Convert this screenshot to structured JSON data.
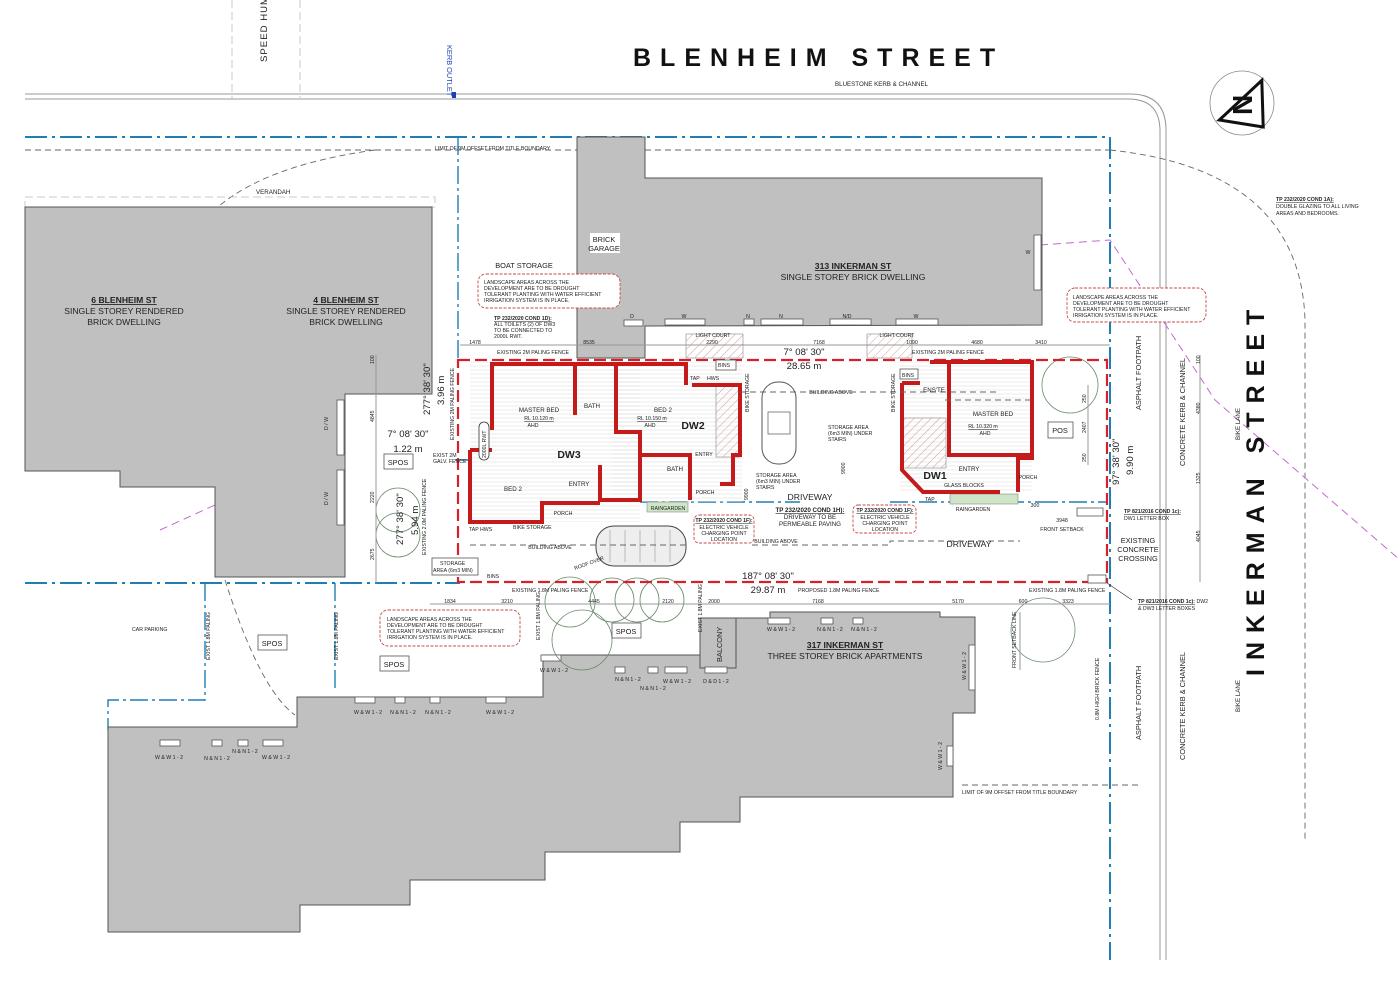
{
  "streets": {
    "blenheim": "BLENHEIM  STREET",
    "inkerman": "INKERMAN  STREET",
    "bluestone_kerb": "BLUESTONE KERB & CHANNEL",
    "speed_hump": "SPEED HUMP",
    "kerb_outlet": "KERB OUTLET",
    "asphalt_footpath": "ASPHALT FOOTPATH",
    "concrete_kerb": "CONCRETE KERB & CHANNEL",
    "bike_lane": "BIKE LANE",
    "existing_crossing": [
      "EXISTING",
      "CONCRETE",
      "CROSSING"
    ],
    "limit_offset": "LIMIT OF 9M OFFSET FROM TITLE BOUNDARY",
    "verandah": "VERANDAH",
    "car_parking": "CAR PARKING",
    "compass_label": "N"
  },
  "neighbours": {
    "n6": {
      "title": "6 BLENHEIM ST",
      "line1": "SINGLE STOREY RENDERED",
      "line2": "BRICK DWELLING"
    },
    "n4": {
      "title": "4 BLENHEIM ST",
      "line1": "SINGLE STOREY RENDERED",
      "line2": "BRICK DWELLING"
    },
    "n313": {
      "title": "313 INKERMAN ST",
      "line1": "SINGLE STOREY BRICK DWELLING",
      "garage": [
        "BRICK",
        "GARAGE"
      ],
      "boat_storage": "BOAT STORAGE"
    },
    "n317": {
      "title": "317 INKERMAN ST",
      "line1": "THREE STOREY BRICK APARTMENTS",
      "balcony": "BALCONY"
    }
  },
  "window_tags": {
    "n313": [
      "D",
      "W",
      "N",
      "N",
      "N/D",
      "W",
      "W"
    ],
    "dw": "D / W",
    "ww": "W & W 1 - 2",
    "nn": "N & N 1 - 2",
    "dd": "D & D 1 - 2"
  },
  "notes": {
    "landscape": [
      "LANDSCAPE AREAS ACROSS THE",
      "DEVELOPMENT ARE TO BE DROUGHT",
      "TOLERANT PLANTING WITH WATER EFFICIENT",
      "IRRIGATION SYSTEM IS IN PLACE."
    ],
    "cond1d": {
      "title": "TP 232/2020 COND 1D):",
      "lines": [
        "ALL TOILETS (2) OF DW3",
        "TO BE CONNECTED TO",
        "2000L RWT."
      ]
    },
    "cond1a": {
      "title": "TP 232/2020 COND 1A):",
      "lines": [
        "DOUBLE GLAZING TO ALL LIVING",
        "AREAS AND BEDROOMS."
      ]
    },
    "cond1h": {
      "title": "TP 232/2020 COND 1H):",
      "lines": [
        "DRIVEWAY TO BE",
        "PERMEABLE PAVING"
      ]
    },
    "cond1f": {
      "title": "TP 232/2020 COND 1F):",
      "lines": [
        "ELECTRIC VEHICLE",
        "CHARGING POINT",
        "LOCATION"
      ]
    },
    "cond1c_dw1": {
      "title": "TP 821/2016 COND 1c):",
      "text": "DW1 LETTER BOX"
    },
    "cond1c_dw23": {
      "title": "TP 821/2016 COND 1c):",
      "text": "DW2",
      "line2": "& DW3 LETTER BOXES"
    }
  },
  "dwellings": {
    "dw1": {
      "label": "DW1",
      "master_bed": "MASTER BED",
      "rl": "RL 10.320 m",
      "ahd": "AHD",
      "ensuite": "ENS'TE",
      "entry": "ENTRY",
      "glass_blocks": "GLASS BLOCKS",
      "porch": "PORCH",
      "bins": "BINS",
      "tap": "TAP",
      "raingarden": "RAINGARDEN",
      "pos": "POS",
      "bike_storage": "BIKE STORAGE"
    },
    "dw2": {
      "label": "DW2",
      "bed2": "BED 2",
      "rl": "RL 10.150 m",
      "ahd": "AHD",
      "bath": "BATH",
      "entry": "ENTRY",
      "porch": "PORCH",
      "tap": "TAP",
      "hws": "HWS",
      "bins": "BINS",
      "bike_storage": "BIKE STORAGE",
      "raingarden": "RAINGARDEN"
    },
    "dw3": {
      "label": "DW3",
      "master_bed": "MASTER BED",
      "rl": "RL 10.120 m",
      "ahd": "AHD",
      "bath": "BATH",
      "bed2": "BED 2",
      "entry": "ENTRY",
      "porch": "PORCH",
      "tap_hws": "TAP HWS",
      "bike_storage": "BIKE STORAGE",
      "rwt": "2000L RWT",
      "storage": [
        "STORAGE",
        "AREA (6m3 MIN)"
      ],
      "bins": "BINS"
    },
    "storage_under_stairs": [
      "STORAGE AREA",
      "(6m3 MIN) UNDER",
      "STAIRS"
    ],
    "building_above": "BUILDING ABOVE",
    "driveway": "DRIVEWAY",
    "roof_over": "ROOF OVER",
    "spos": "SPOS",
    "front_setback": "FRONT SETBACK",
    "front_setback_line": "FRONT SETBACK LINE"
  },
  "fences": {
    "existing_2m": "EXISTING 2M PALING FENCE",
    "exist_2m_galv": [
      "EXIST 2M",
      "GALV. FENCE"
    ],
    "existing_2_0m": "EXISTING 2.0M PALING FENCE",
    "existing_1_8m": "EXISTING 1.8M PALING FENCE",
    "proposed_1_8m": "PROPOSED 1.8M PALING FENCE",
    "exist_1_8m": "EXIST 1.8M PALING",
    "brick_fence": "0.8M HIGH BRICK FENCE"
  },
  "survey": {
    "north_bearing": "7° 08' 30\"",
    "north_length": "28.65 m",
    "south_bearing": "187° 08' 30\"",
    "south_length": "29.87 m",
    "east_bearing": "97° 38' 30\"",
    "east_length": "9.90 m",
    "west_bearing_1": "277° 38' 30\"",
    "west_length_1": "3.96 m",
    "west_bearing_2": "7° 08' 30\"",
    "west_length_2": "1.22 m",
    "west_bearing_3": "277° 38' 30\"",
    "west_length_3": "5.94 m"
  },
  "dimensions": {
    "top": [
      "1478",
      "8535",
      "2290",
      "7168",
      "1090",
      "4680",
      "3410"
    ],
    "light_court": "LIGHT COURT",
    "bottom": [
      "1834",
      "3210",
      "4445",
      "2120",
      "2000",
      "7168",
      "5170",
      "600",
      "3323"
    ],
    "left": [
      "100",
      "4845",
      "2220",
      "2675"
    ],
    "right": [
      "100",
      "4380",
      "1325",
      "4045"
    ],
    "pos": [
      "250",
      "2407",
      "250"
    ],
    "setback": "3948",
    "setback_small": "300",
    "driveway_width": "9900"
  }
}
